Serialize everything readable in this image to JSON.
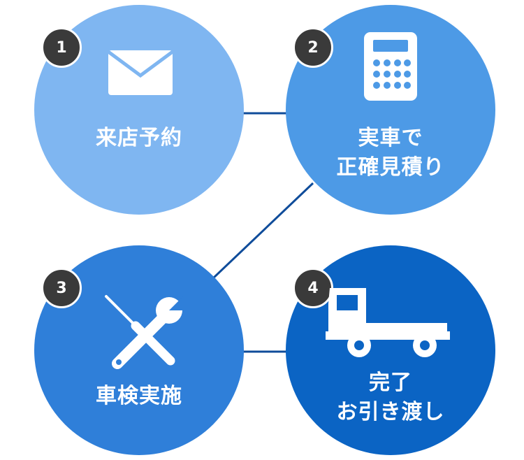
{
  "steps": [
    {
      "number": "1",
      "lines": [
        "来店予約"
      ]
    },
    {
      "number": "2",
      "lines": [
        "実車で",
        "正確見積り"
      ]
    },
    {
      "number": "3",
      "lines": [
        "車検実施"
      ]
    },
    {
      "number": "4",
      "lines": [
        "完了",
        "お引き渡し"
      ]
    }
  ],
  "icons": [
    "envelope-icon",
    "calculator-icon",
    "tools-icon",
    "truck-icon"
  ],
  "colors": {
    "step1": "#7fb6f1",
    "step2": "#4d9ae6",
    "step3": "#2f7fd9",
    "step4": "#0b64c4",
    "connector": "#0f4c9a",
    "badge": "#3a3a3a"
  }
}
